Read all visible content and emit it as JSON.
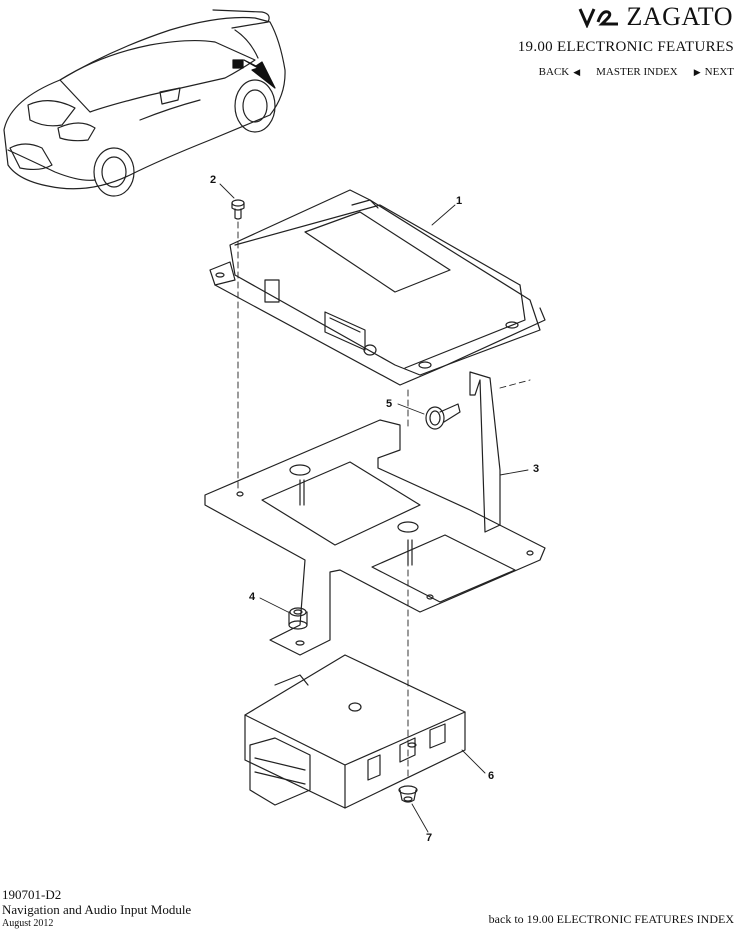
{
  "brand": {
    "logo_mark": "V12",
    "logo_text": "ZAGATO"
  },
  "section": {
    "title": "19.00 ELECTRONIC FEATURES"
  },
  "nav": {
    "back": "BACK",
    "master_index": "MASTER INDEX",
    "next": "NEXT"
  },
  "callouts": [
    "1",
    "2",
    "3",
    "4",
    "5",
    "6",
    "7"
  ],
  "footer": {
    "doc_code": "190701-D2",
    "doc_title": "Navigation and Audio Input Module",
    "date": "August 2012",
    "back_link": "back to 19.00 ELECTRONIC FEATURES INDEX"
  }
}
